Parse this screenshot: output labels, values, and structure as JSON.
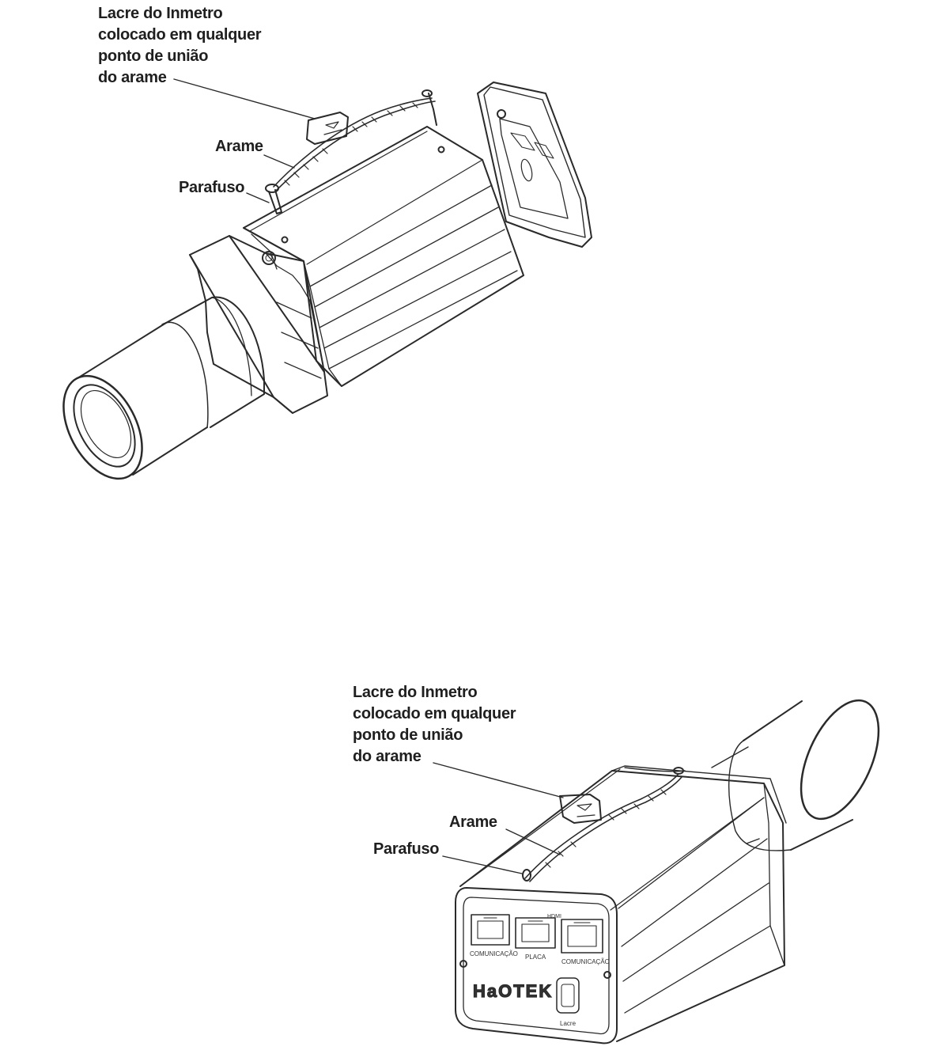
{
  "figure_top": {
    "seal_label": [
      "Lacre do Inmetro",
      "colocado em qualquer",
      "ponto de união",
      "do arame"
    ],
    "wire_label": "Arame",
    "screw_label": "Parafuso"
  },
  "figure_bottom": {
    "seal_label": [
      "Lacre do Inmetro",
      "colocado em qualquer",
      "ponto de união",
      "do arame"
    ],
    "wire_label": "Arame",
    "screw_label": "Parafuso",
    "brand": "HaOTEK",
    "ports": [
      "COMUNICAÇÃO",
      "PLACA",
      "COMUNICAÇÃO"
    ],
    "port_top_label": "HDMI",
    "lock_label": "Lacre"
  },
  "colors": {
    "line": "#2a2a2a",
    "text": "#1f1f1f",
    "background": "#ffffff"
  }
}
